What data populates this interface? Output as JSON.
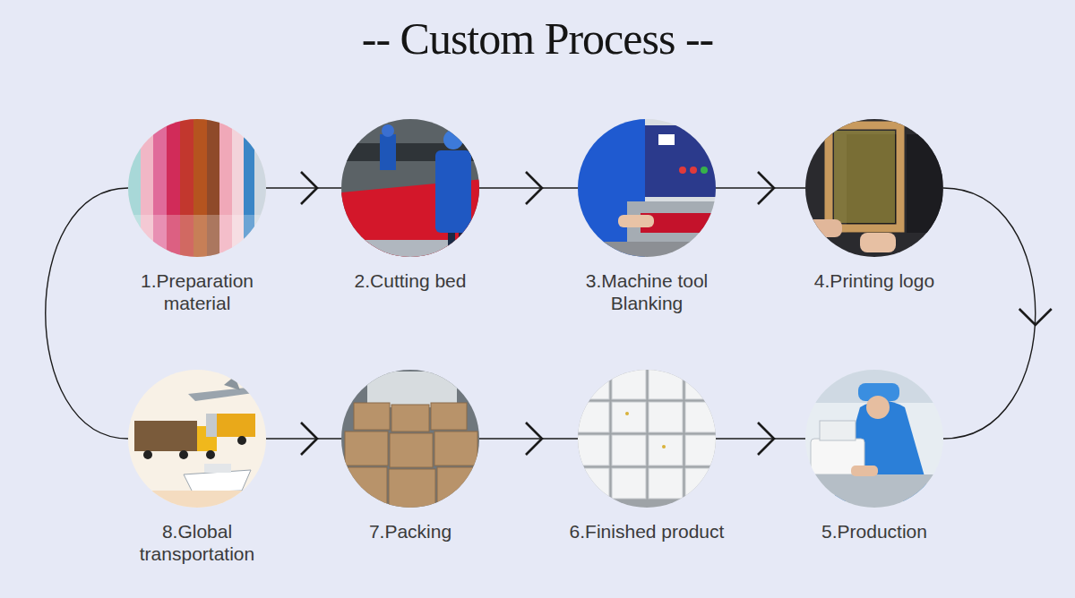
{
  "diagram": {
    "title": "-- Custom Process --",
    "nodes": [
      {
        "text": [
          "1.Preparation material"
        ]
      },
      {
        "text": [
          "2.Cutting bed"
        ]
      },
      {
        "text": [
          "3.Machine tool Blanking"
        ]
      },
      {
        "text": [
          "4.Printing logo"
        ]
      },
      {
        "text": [
          "5.Production"
        ]
      },
      {
        "text": [
          "6.Finished product"
        ]
      },
      {
        "text": [
          "7.Packing"
        ]
      },
      {
        "text": [
          "8.Global transportation"
        ]
      }
    ],
    "edges": [
      {
        "from": 0,
        "to": 1,
        "arrow": "to"
      },
      {
        "from": 1,
        "to": 2,
        "arrow": "to"
      },
      {
        "from": 2,
        "to": 3,
        "arrow": "to"
      },
      {
        "from": 3,
        "to": 4,
        "arrow": "to"
      },
      {
        "from": 7,
        "to": 6,
        "arrow": "to"
      },
      {
        "from": 6,
        "to": 5,
        "arrow": "to"
      },
      {
        "from": 5,
        "to": 4,
        "arrow": "to"
      },
      {
        "from": 0,
        "to": 7,
        "arrow": "none"
      }
    ]
  }
}
